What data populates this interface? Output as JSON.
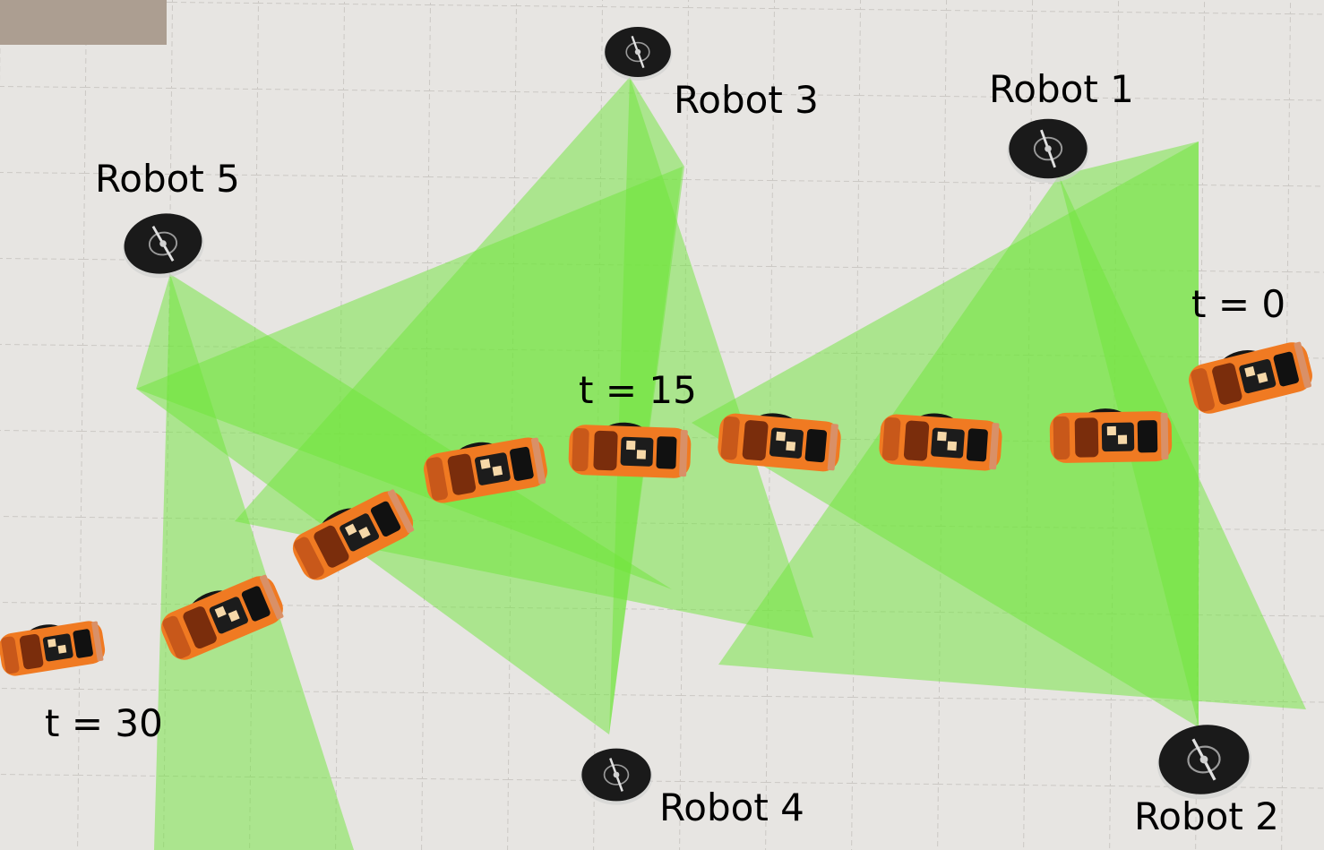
{
  "robots": [
    {
      "id": "robot-1",
      "label": "Robot 1"
    },
    {
      "id": "robot-2",
      "label": "Robot 2"
    },
    {
      "id": "robot-3",
      "label": "Robot 3"
    },
    {
      "id": "robot-4",
      "label": "Robot 4"
    },
    {
      "id": "robot-5",
      "label": "Robot 5"
    }
  ],
  "time_labels": {
    "start": "t = 0",
    "middle": "t = 15",
    "end": "t = 30"
  },
  "colors": {
    "floor": "#e6e4e1",
    "grid": "#cfccc8",
    "field_of_view": "#6fe63a",
    "car_body": "#f07a22",
    "robot_body": "#1a1a1a"
  }
}
